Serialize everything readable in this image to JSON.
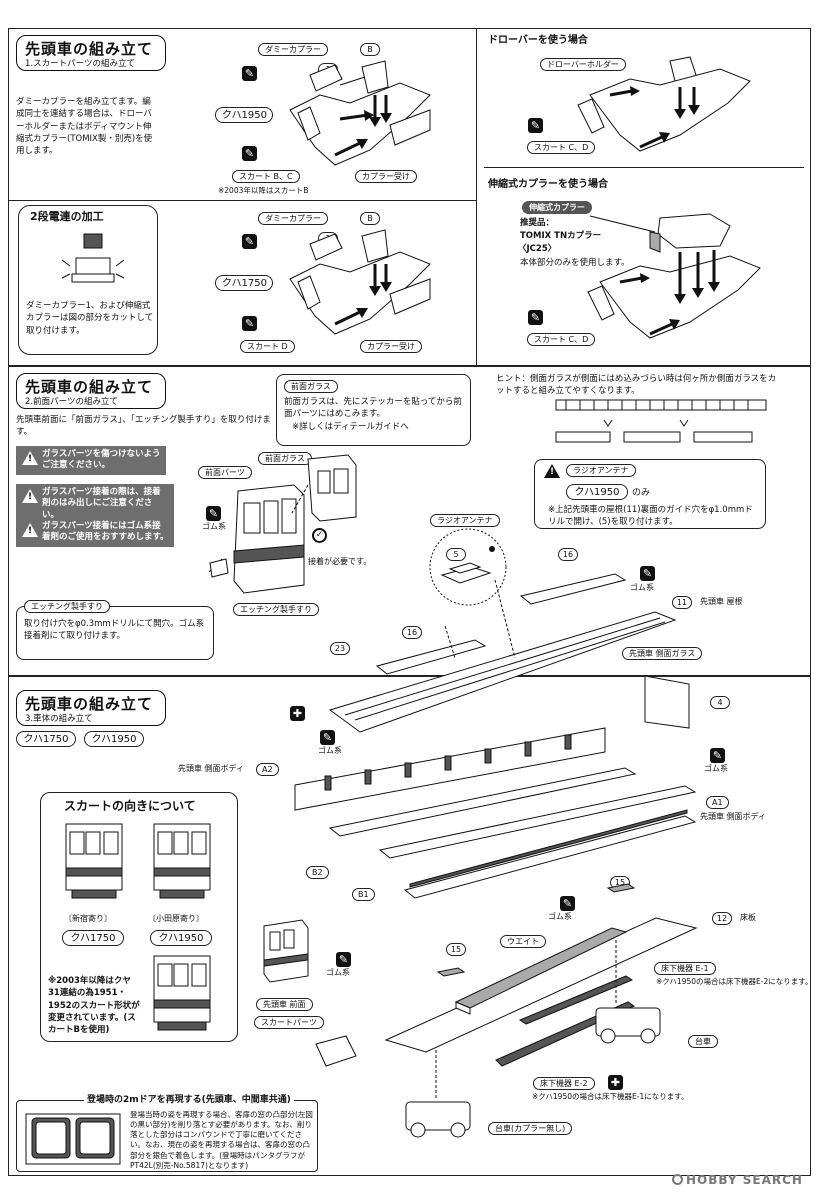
{
  "s1": {
    "title": "先頭車の組み立て",
    "subtitle": "1.スカートパーツの組み立て",
    "text": "ダミーカプラーを組み立てます。編成同士を連結する場合は、ドローバーホルダーまたはボディマウント伸縮式カプラー(TOMIX製・別売)を使用します。",
    "dummy_coupler": "ダミーカプラー",
    "part1": "1",
    "partB": "B",
    "kuha1950": "クハ1950",
    "kuha1750": "クハ1750",
    "skirt_bc": "スカート B、C",
    "skirt_d": "スカート D",
    "coupler_holder": "カプラー受け",
    "note_2003": "※2003年以降はスカートB"
  },
  "s2step": {
    "title": "2段電連の加工",
    "text": "ダミーカプラー1、および伸縮式カプラーは図の部分をカットして取り付けます。"
  },
  "drawbar": {
    "title": "ドローバーを使う場合",
    "holder": "ドローバーホルダー",
    "skirt_cd": "スカート C、D"
  },
  "telescopic": {
    "title": "伸縮式カプラーを使う場合",
    "badge": "伸縮式カプラー",
    "rec_label": "推奨品：",
    "rec_name": "TOMIX TNカプラー",
    "rec_code": "〈JC25〉",
    "rec_note": "本体部分のみを使用します。",
    "skirt_cd": "スカート C、D"
  },
  "s2": {
    "title": "先頭車の組み立て",
    "subtitle": "2.前面パーツの組み立て",
    "text": "先頭車前面に「前面ガラス」、「エッチング製手すり」を取り付けます。",
    "warnings": [
      "ガラスパーツを傷つけないようご注意ください。",
      "ガラスパーツ接着の際は、接着剤のはみ出しにご注意ください。",
      "ガラスパーツ接着にはゴム系接着剤のご使用をおすすめします。"
    ],
    "front_glass_note_title": "前面ガラス",
    "front_glass_note": "前面ガラスは、先にステッカーを貼ってから前面パーツにはめこみます。",
    "front_glass_note2": "※詳しくはディテールガイドへ",
    "front_glass": "前面ガラス",
    "front_parts": "前面パーツ",
    "rubber": "ゴム系",
    "glue_needed": "接着が必要です。",
    "etching_label": "エッチング製手すり",
    "etching_note_title": "エッチング製手すり",
    "etching_note": "取り付け穴をφ0.3mmドリルにて開穴。ゴム系接着剤にて取り付けます。"
  },
  "hint": {
    "text": "ヒント：側面ガラスが側面にはめ込みづらい時は何ヶ所か側面ガラスをカットすると組み立てやすくなります。"
  },
  "radio": {
    "label": "ラジオアンテナ",
    "note_title": "ラジオアンテナ",
    "kuha": "クハ1950",
    "only": "のみ",
    "note": "※上記先頭車の屋根(11)裏面のガイド穴をφ1.0mmドリルで開け、(5)を取り付けます。"
  },
  "s3": {
    "title": "先頭車の組み立て",
    "subtitle": "3.車体の組み立て",
    "kuha1750": "クハ1750",
    "kuha1950": "クハ1950",
    "skirt_dir_title": "スカートの向きについて",
    "shinjuku": "〔新宿寄り〕",
    "odawara": "〔小田原寄り〕",
    "note_2003": "※2003年以降はクヤ31連結の為1951・1952のスカート形状が変更されています。(スカートBを使用)"
  },
  "parts": {
    "p5": "5",
    "p16": "16",
    "p23": "23",
    "p11": "11",
    "roof": "先頭車 屋根",
    "side_glass": "先頭車 側面ガラス",
    "p4": "4",
    "a2": "A2",
    "side_body_a2": "先頭車 側面ボディ",
    "a1": "A1",
    "side_body_a1": "先頭車 側面ボディ",
    "b1": "B1",
    "b2": "B2",
    "p12": "12",
    "floor": "床板",
    "p15": "15",
    "weight": "ウエイト",
    "underfloor_e1": "床下機器 E-1",
    "note_e1": "※クハ1950の場合は床下機器E-2になります。",
    "bogie": "台車",
    "front": "先頭車 前面",
    "skirt_parts": "スカートパーツ",
    "underfloor_e2": "床下機器 E-2",
    "note_e2": "※クハ1950の場合は床下機器E-1になります。",
    "bogie_nc": "台車(カプラー無し)",
    "rubber": "ゴム系"
  },
  "door": {
    "title": "登場時の2mドアを再現する(先頭車、中間車共通)",
    "text": "登場当時の姿を再現する場合、客扉の窓の凸部分(左図の黒い部分)を削り落とす必要があります。なお、削り落とした部分はコンパウンドで丁寧に磨いてください。なお、現在の姿を再現する場合は、客扉の窓の凸部分を銀色で着色します。(登場時はパンタグラフがPT42L(別売-No.5817)となります)"
  },
  "watermark": "HOBBY SEARCH"
}
